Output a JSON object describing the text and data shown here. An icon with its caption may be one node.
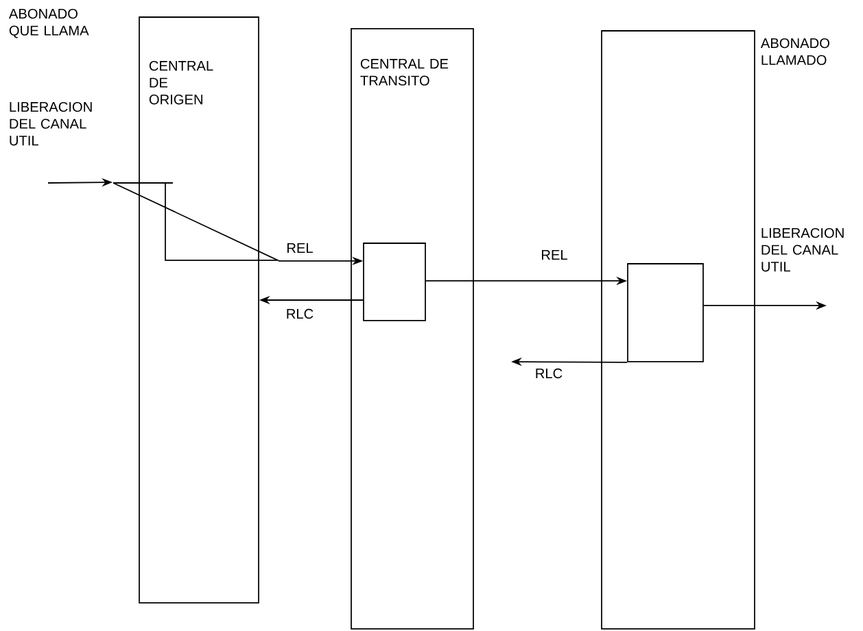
{
  "diagram": {
    "nodes": [
      {
        "text": [
          "CENTRAL DE ORIGEN"
        ]
      },
      {
        "text": [
          "CENTRAL DE TRANSITO"
        ]
      },
      {
        "text": [],
        "shape": "box"
      },
      {
        "text": [],
        "shape": "box",
        "in": 1
      },
      {
        "text": [],
        "shape": "box",
        "in": 2
      },
      {
        "text": [],
        "shape": "picture"
      }
    ],
    "edges": [
      {
        "from": null,
        "to": 5,
        "arrow": "to"
      },
      {
        "from": 5,
        "to": 3,
        "arrow": "to",
        "label": "REL"
      },
      {
        "from": 3,
        "to": 0,
        "arrow": "to",
        "label": "RLC"
      },
      {
        "from": 3,
        "to": 4,
        "arrow": "to",
        "label": "REL"
      },
      {
        "from": 4,
        "to": null,
        "arrow": "to",
        "label": "RLC"
      },
      {
        "from": 4,
        "to": null,
        "arrow": "to"
      }
    ],
    "labels": [
      "ABONADO QUE LLAMA",
      "LIBERACION DEL CANAL UTIL",
      "ABONADO LLAMADO",
      "LIBERACION DEL CANAL UTIL"
    ]
  }
}
